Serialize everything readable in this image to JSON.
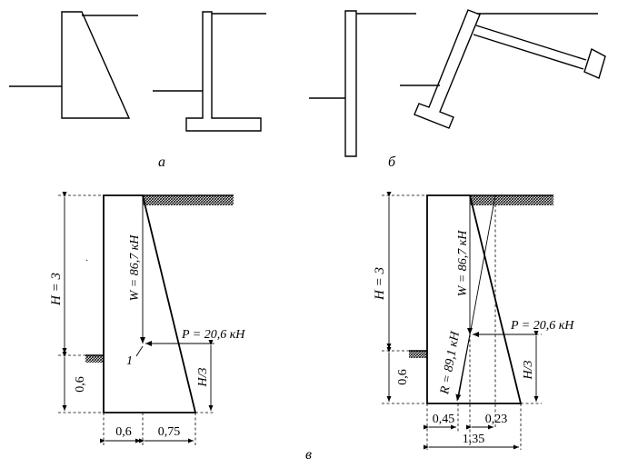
{
  "panel_labels": {
    "a": "а",
    "b": "б",
    "v": "в"
  },
  "left_diagram": {
    "height_label": "H = 3",
    "weight_label": "W = 86,7 кН",
    "force_label": "P = 20,6 кН",
    "point_label": "1",
    "third_label": "H/3",
    "base_height_label": "0,6",
    "width_left_label": "0,6",
    "width_right_label": "0,75"
  },
  "right_diagram": {
    "height_label": "H = 3",
    "weight_label": "W = 86,7 кН",
    "force_label": "P = 20,6 кН",
    "resultant_label": "R = 89,1 кН",
    "third_label": "H/3",
    "base_height_label": "0,6",
    "width_left_label": "0,45",
    "width_mid_label": "0,23",
    "width_total_label": "1,35"
  },
  "icons": {
    "hatch": "soil-hatch-pattern",
    "arrow": "arrowhead"
  }
}
